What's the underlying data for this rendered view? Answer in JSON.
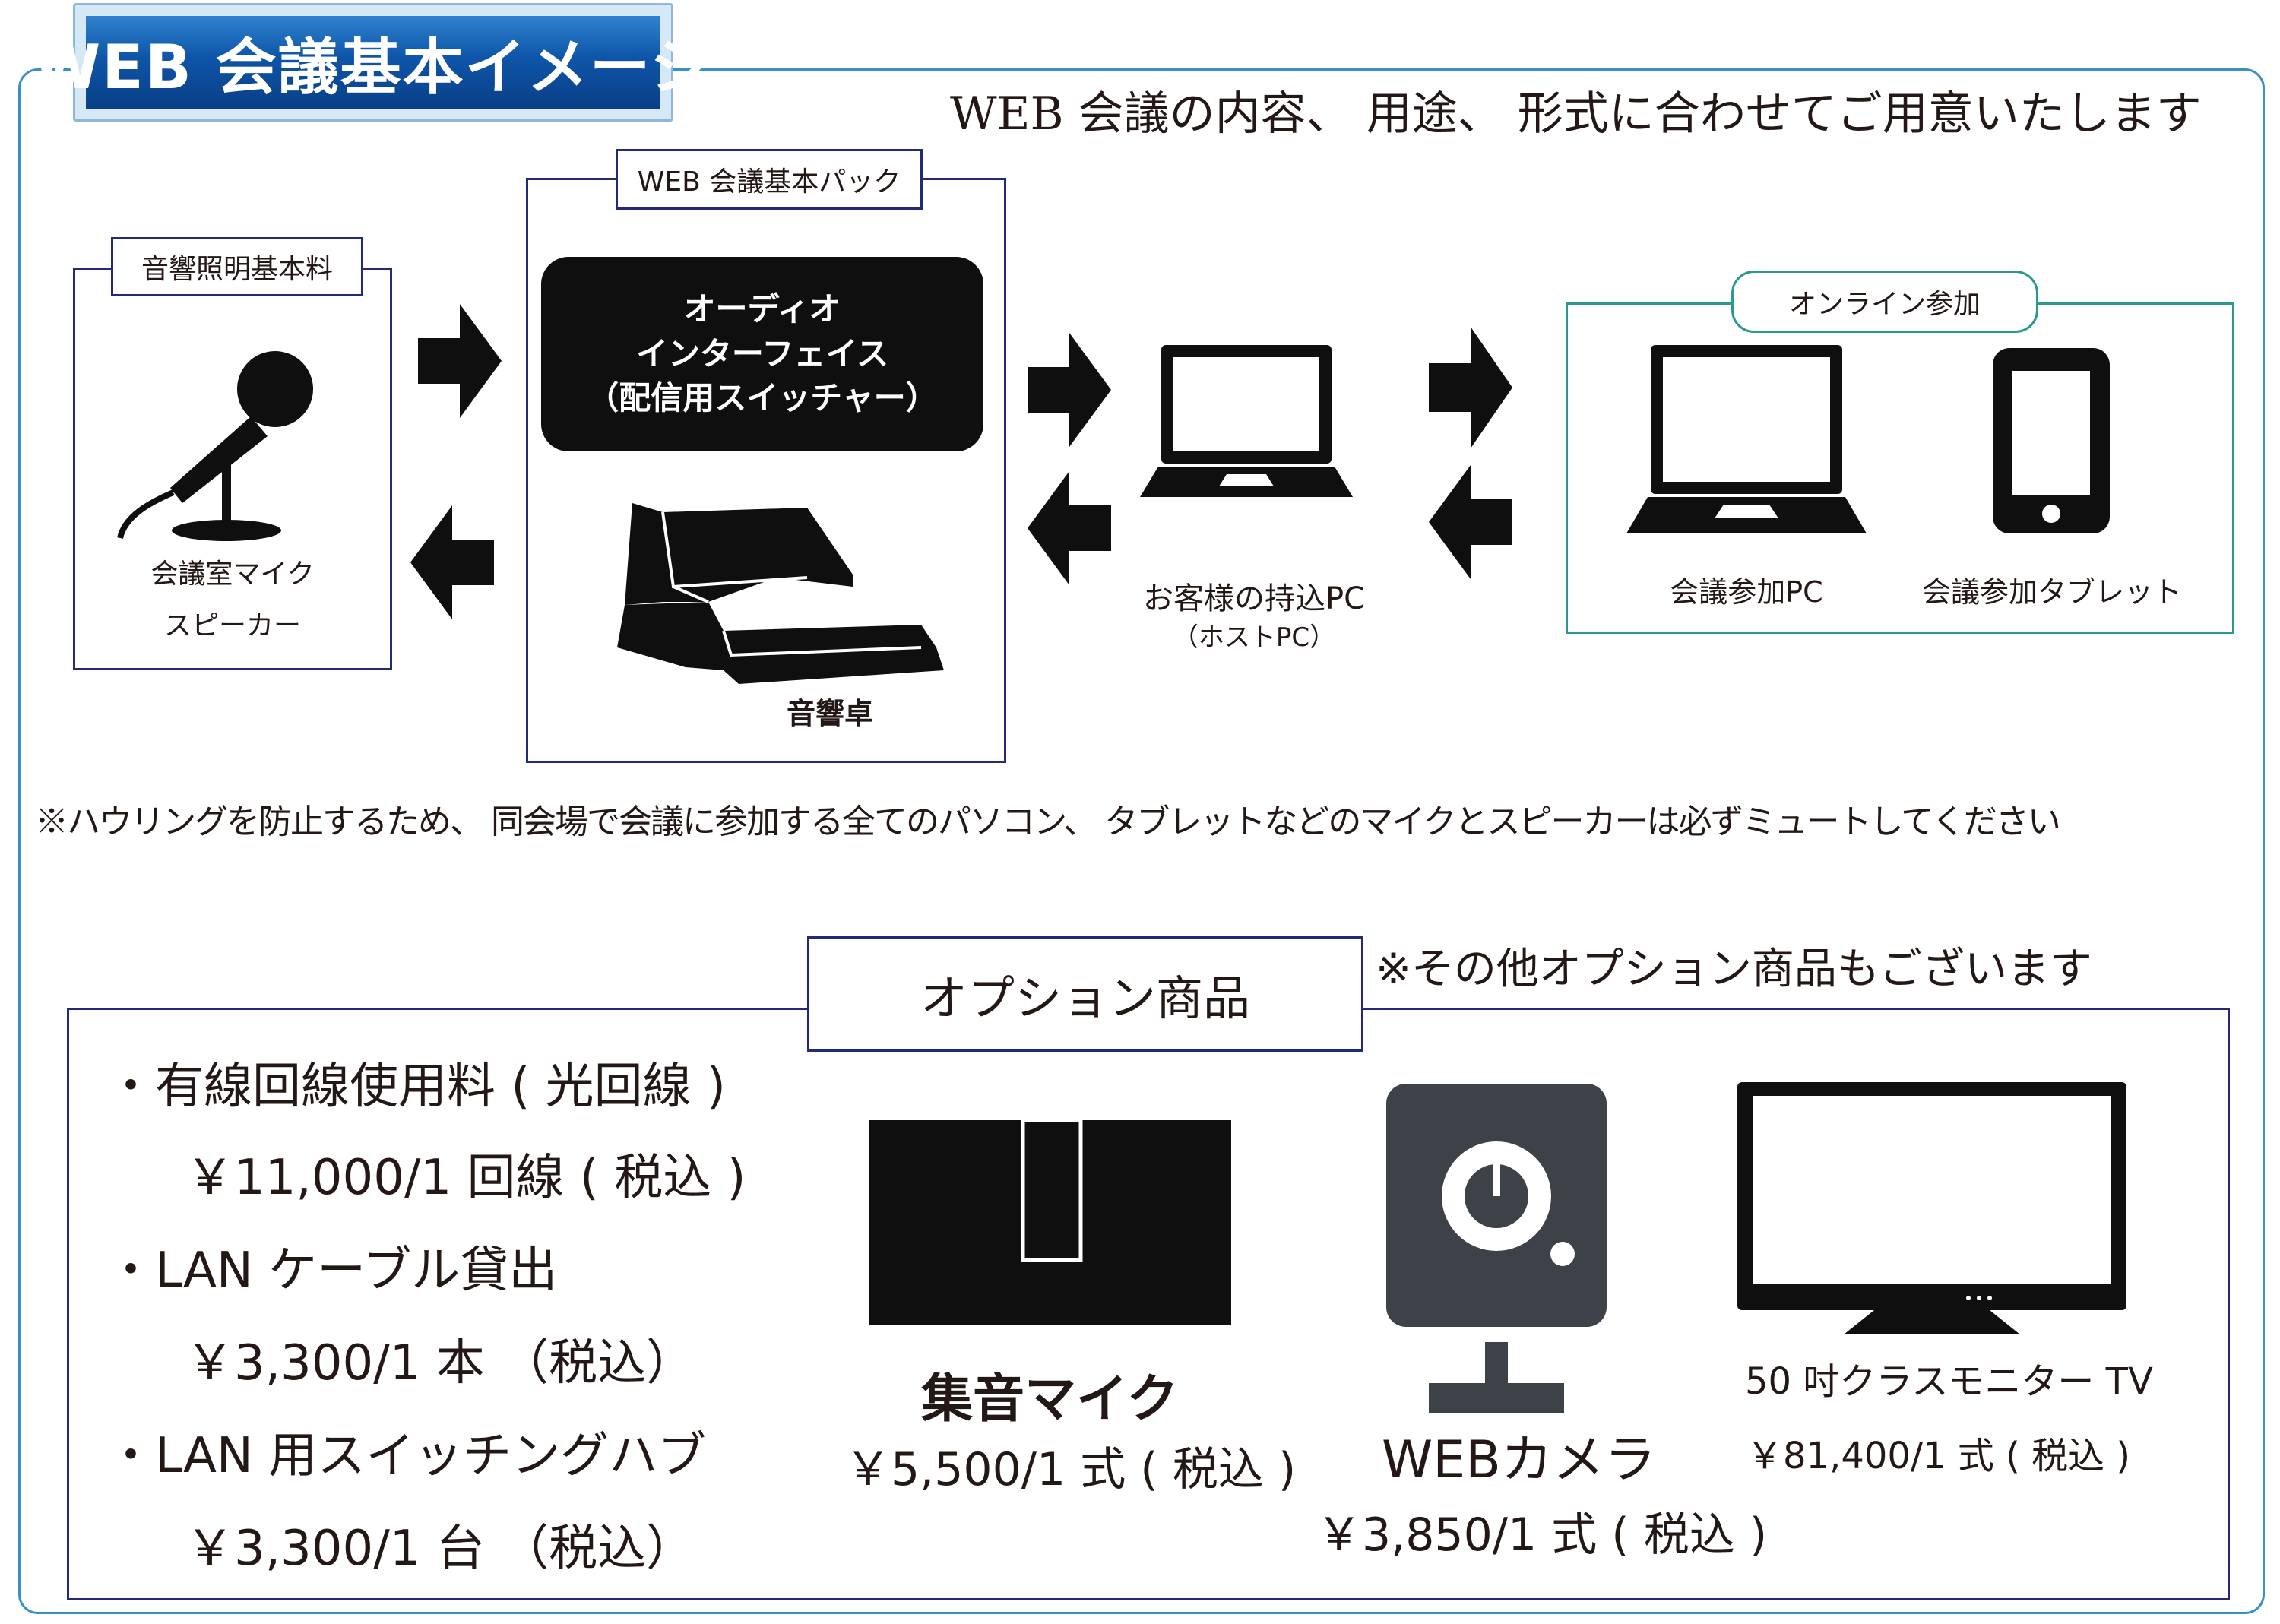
{
  "title": "WEB 会議基本イメージ",
  "subtitle": "WEB 会議の内容、 用途、 形式に合わせてご用意いたします",
  "sound_box": {
    "label": "音響照明基本料",
    "mic_label_line1": "会議室マイク",
    "mic_label_line2": "スピーカー"
  },
  "basic_pack": {
    "label": "WEB 会議基本パック",
    "audio_interface_line1": "オーディオ",
    "audio_interface_line2": "インターフェイス",
    "audio_interface_line3": "（配信用スイッチャー）",
    "mixer_label": "音響卓"
  },
  "host_pc": {
    "label": "お客様の持込PC",
    "sublabel": "（ホストPC）"
  },
  "online": {
    "label": "オンライン参加",
    "pc_label": "会議参加PC",
    "tablet_label": "会議参加タブレット"
  },
  "warning_note": "※ハウリングを防止するため、 同会場で会議に参加する全てのパソコン、 タブレットなどのマイクとスピーカーは必ずミュートしてください",
  "options": {
    "title": "オプション商品",
    "other_note": "※その他オプション商品もございます",
    "list": [
      {
        "name": "・有線回線使用料 ( 光回線 )",
        "price": "￥11,000/1 回線 ( 税込 )"
      },
      {
        "name": "・LAN ケーブル貸出",
        "price": "￥3,300/1 本 （税込）"
      },
      {
        "name": "・LAN 用スイッチングハブ",
        "price": "￥3,300/1 台 （税込）"
      }
    ],
    "products": [
      {
        "name": "集音マイク",
        "price": "￥5,500/1 式 ( 税込 )"
      },
      {
        "name": "WEBカメラ",
        "price": "￥3,850/1 式 ( 税込 )"
      },
      {
        "name": "50 吋クラスモニター TV",
        "price": "￥81,400/1 式 ( 税込 )"
      }
    ]
  },
  "colors": {
    "navy": "#232a7c",
    "teal": "#2a9a8e",
    "blue_frame": "#3a8fc9",
    "title_blue": "#0e55a8",
    "icon_dark": "#0f0f0f",
    "camera_gray": "#3c4247"
  }
}
